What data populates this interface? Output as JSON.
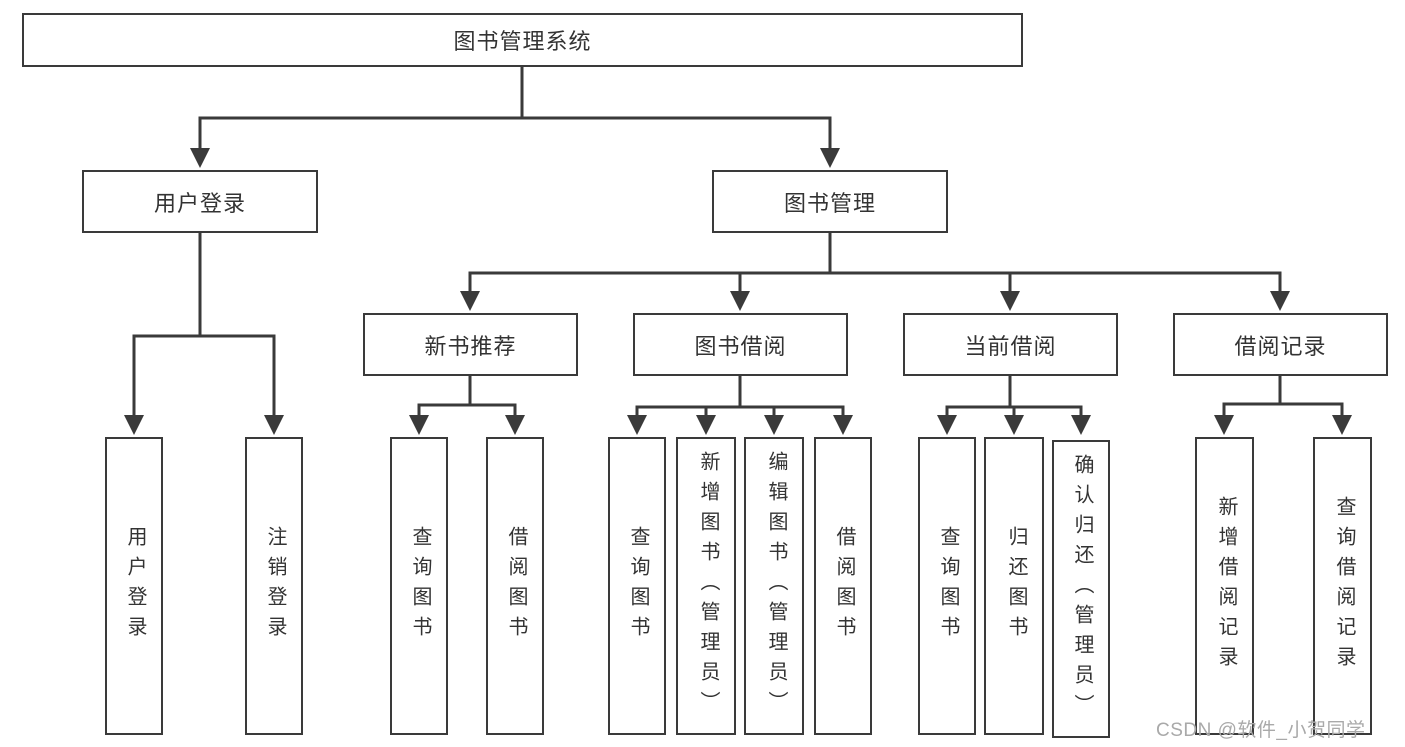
{
  "tree": {
    "label": "图书管理系统",
    "children": [
      {
        "label": "用户登录",
        "children": [
          {
            "label": "用户登录"
          },
          {
            "label": "注销登录"
          }
        ]
      },
      {
        "label": "图书管理",
        "children": [
          {
            "label": "新书推荐",
            "children": [
              {
                "label": "查询图书"
              },
              {
                "label": "借阅图书"
              }
            ]
          },
          {
            "label": "图书借阅",
            "children": [
              {
                "label": "查询图书"
              },
              {
                "label": "新增图书（管理员）"
              },
              {
                "label": "编辑图书（管理员）"
              },
              {
                "label": "借阅图书"
              }
            ]
          },
          {
            "label": "当前借阅",
            "children": [
              {
                "label": "查询图书"
              },
              {
                "label": "归还图书"
              },
              {
                "label": "确认归还（管理员）"
              }
            ]
          },
          {
            "label": "借阅记录",
            "children": [
              {
                "label": "新增借阅记录"
              },
              {
                "label": "查询借阅记录"
              }
            ]
          }
        ]
      }
    ]
  },
  "watermark": {
    "text": "CSDN @软件_小贺同学"
  },
  "colors": {
    "line": "#3a3a3a",
    "box_border": "#3a3a3a",
    "box_background": "#ffffff",
    "text": "#333333",
    "watermark": "#a9a9a9",
    "background": "#ffffff"
  }
}
